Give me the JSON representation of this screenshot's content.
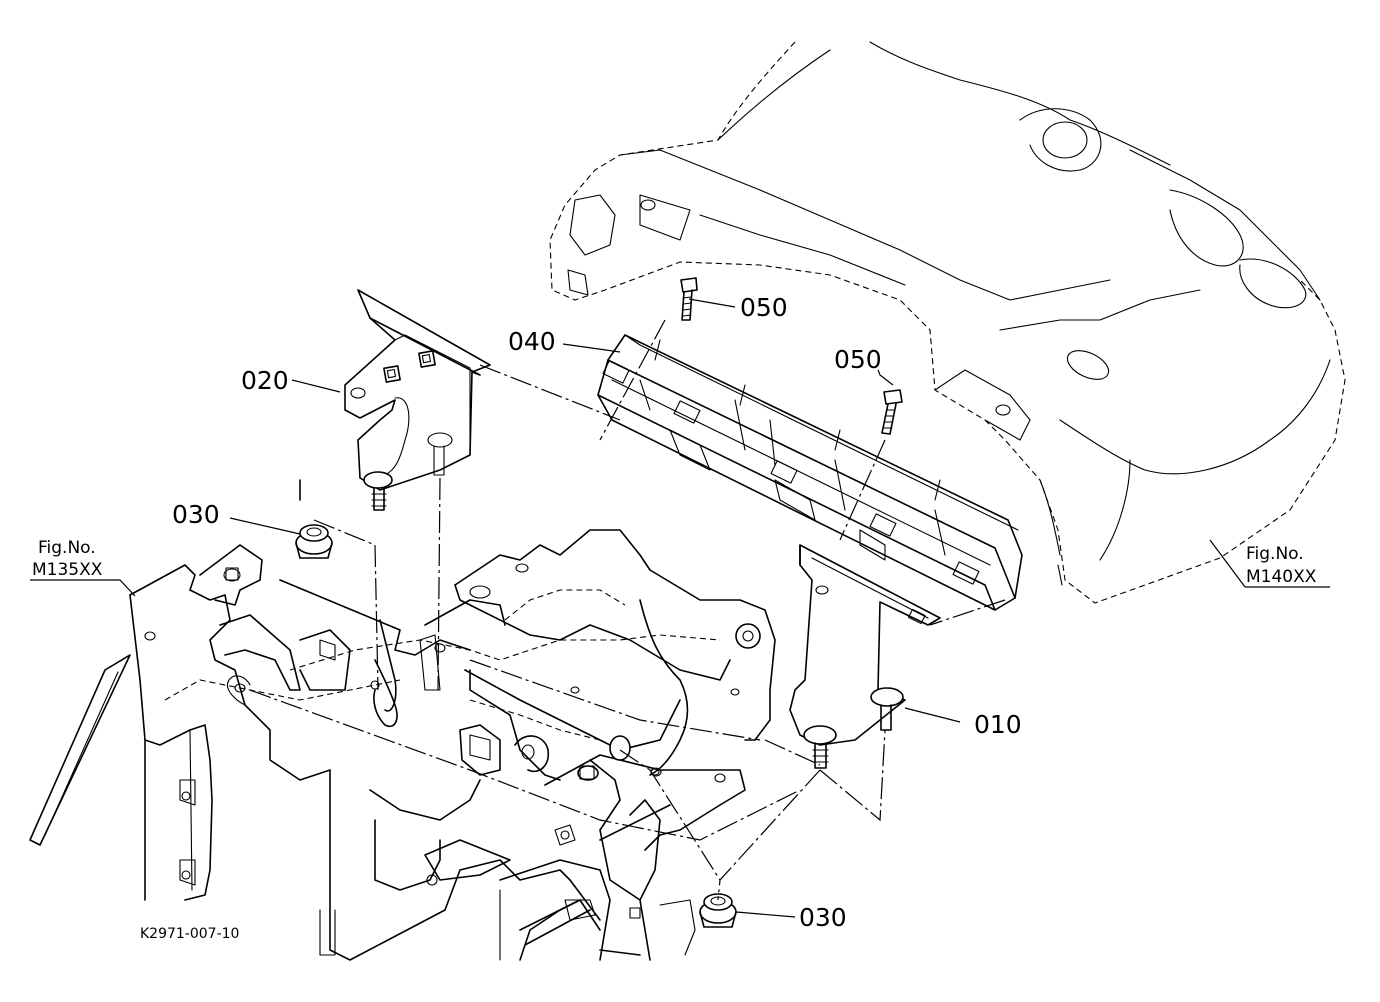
{
  "diagram": {
    "drawing_code": "K2971-007-10",
    "refs": [
      {
        "id": "ref-left",
        "label": "Fig.No.",
        "code": "M135XX"
      },
      {
        "id": "ref-right",
        "label": "Fig.No.",
        "code": "M140XX"
      }
    ],
    "callouts": [
      {
        "id": "part-010",
        "number": "010"
      },
      {
        "id": "part-020",
        "number": "020"
      },
      {
        "id": "part-030-upper",
        "number": "030"
      },
      {
        "id": "part-030-lower",
        "number": "030"
      },
      {
        "id": "part-040",
        "number": "040"
      },
      {
        "id": "part-050-upper",
        "number": "050"
      },
      {
        "id": "part-050-lower",
        "number": "050"
      }
    ]
  }
}
